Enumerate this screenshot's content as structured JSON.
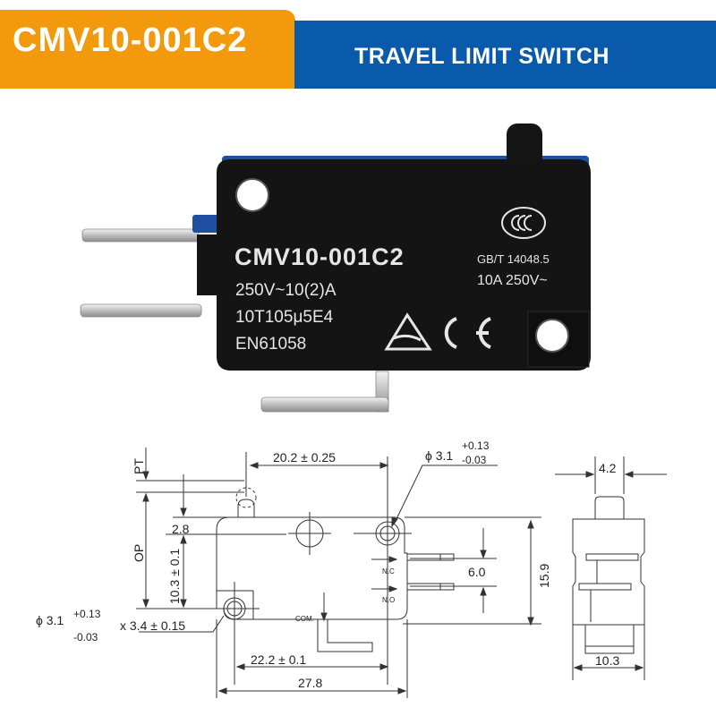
{
  "header": {
    "model": "CMV10-001C2",
    "title": "TRAVEL LIMIT SWITCH",
    "colors": {
      "orange": "#f29a0b",
      "blue": "#0a5aab"
    }
  },
  "product": {
    "marking_model": "CMV10-001C2",
    "rating_line": "250V~10(2)A",
    "code_line": "10T105μ5E4",
    "standard_line": "EN61058",
    "gb_standard": "GB/T 14048.5",
    "rating_right": "10A 250V~",
    "certifications": [
      "CCC",
      "ENEC triangle",
      "CE"
    ]
  },
  "drawing": {
    "front": {
      "pt_label": "PT",
      "op_label": "OP",
      "hole_spacing_top": "20.2 ± 0.25",
      "hole_dia_top": "ϕ 3.1",
      "tol_plus": "+0.13",
      "tol_minus": "-0.03",
      "dim_2_8": "2.8",
      "dim_10_3": "10.3 ± 0.1",
      "hole_dia_bottom": "ϕ 3.1",
      "slot": "x 3.4 ± 0.15",
      "nc_label": "N.C",
      "no_label": "N.O",
      "com_label": "COM.",
      "terminal_spacing": "6.0",
      "height": "15.9",
      "hole_spacing_bottom": "22.2 ± 0.1",
      "length": "27.8"
    },
    "side": {
      "plunger_width": "4.2",
      "body_width": "10.3"
    }
  }
}
